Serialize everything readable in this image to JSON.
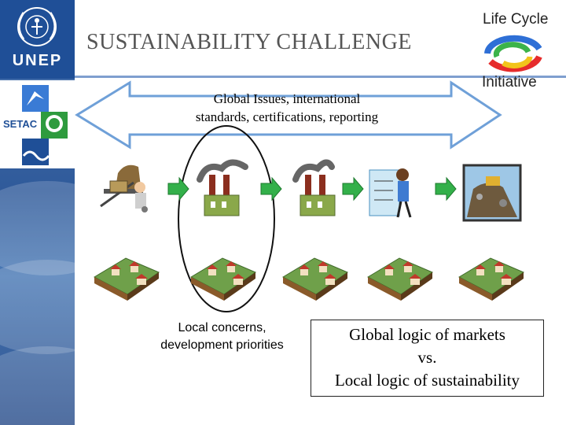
{
  "slide": {
    "title": "SUSTAINABILITY CHALLENGE",
    "global_issues": [
      "Global Issues, international",
      "standards, certifications, reporting"
    ],
    "local_concerns": [
      "Local concerns,",
      "development priorities"
    ],
    "logic_box": [
      "Global logic of markets",
      "vs.",
      "Local logic of sustainability"
    ]
  },
  "logos": {
    "unep": "UNEP",
    "setac": "SETAC",
    "lci_line1": "Life Cycle",
    "lci_line2": "Initiative"
  },
  "icons": {
    "chain": [
      "mining-icon",
      "factory-icon",
      "factory-icon",
      "office-worker-icon",
      "landfill-icon"
    ],
    "communities": [
      "village-icon",
      "village-icon",
      "village-icon",
      "village-icon",
      "village-icon"
    ]
  },
  "colors": {
    "sidebar_blue": "#2f5a9a",
    "arrow_green": "#33b04a",
    "arrow_outline": "#4a7bbd"
  }
}
